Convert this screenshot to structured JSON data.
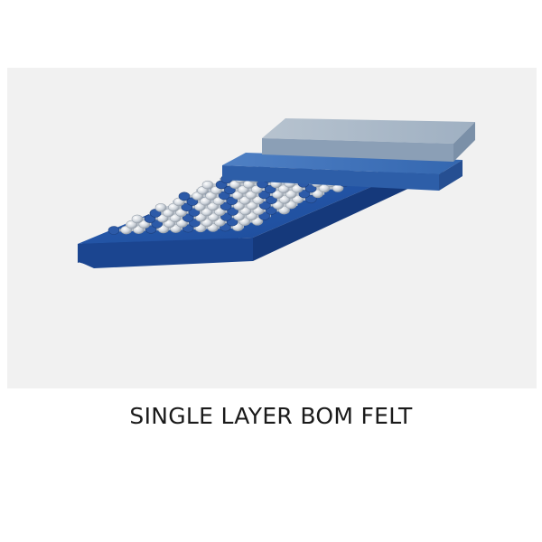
{
  "caption": {
    "text": "SINGLE LAYER BOM FELT"
  },
  "colors": {
    "background": "#ffffff",
    "panel": "#f1f1f1",
    "base_blue": "#1f4e9e",
    "base_blue_dark": "#173f84",
    "mid_layer_blue": "#3a6fb8",
    "top_layer_grey_blue": "#aab8c8",
    "weave_silver": "#d8dde3",
    "weave_blue": "#2c5aa8",
    "caption_text": "#1a1a1a"
  },
  "illustration": {
    "layers": [
      "base-layer",
      "woven-fabric-layer",
      "batt-layer-lower",
      "batt-layer-upper"
    ]
  }
}
